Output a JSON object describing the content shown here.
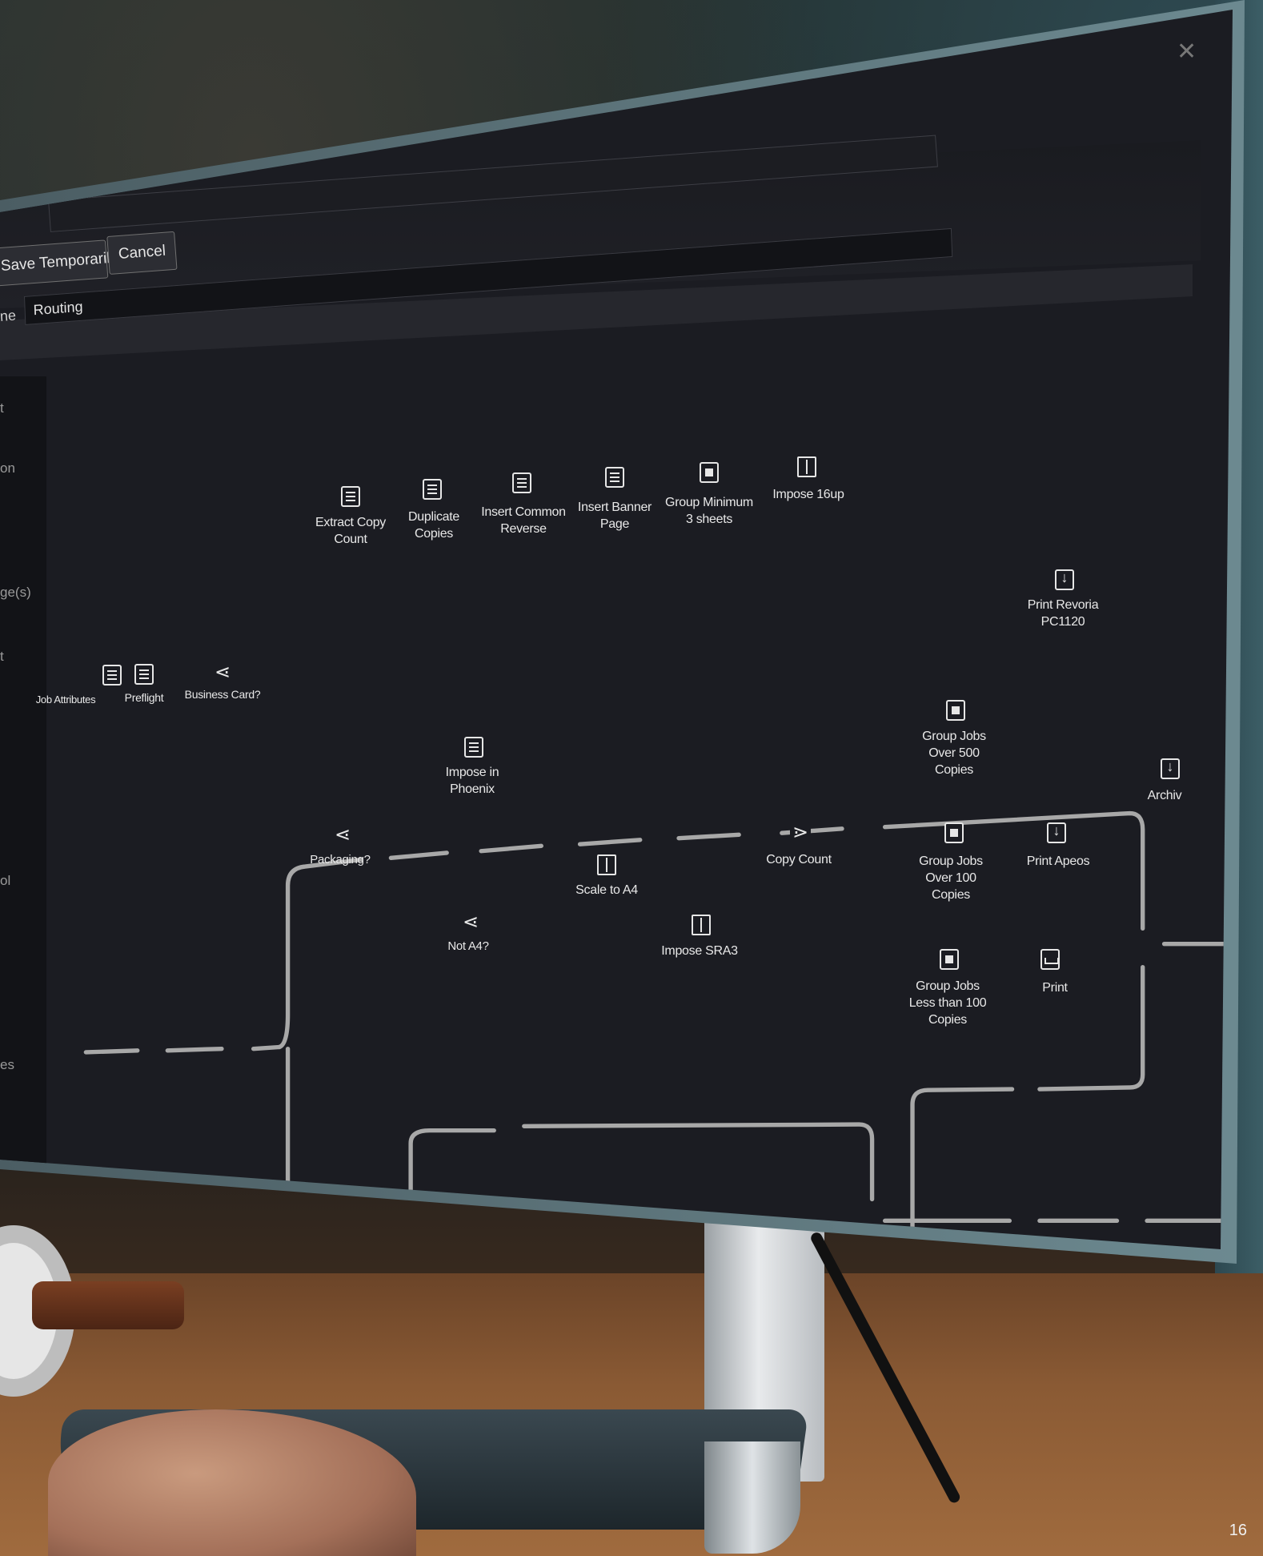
{
  "window": {
    "title": "ow",
    "close_icon": "close-icon",
    "buttons": {
      "save_temporarily": "Save Temporarily",
      "cancel": "Cancel"
    },
    "name_label": "ne",
    "name_value": "Routing"
  },
  "sidebar": {
    "items": [
      "t",
      "on",
      "ge(s)",
      "t",
      "ol",
      "es"
    ]
  },
  "workflow": {
    "nodes": {
      "job_attributes": "Job Attributes",
      "preflight": "Preflight",
      "business_card": "Business Card?",
      "extract_copy_count": "Extract Copy\nCount",
      "duplicate_copies": "Duplicate\nCopies",
      "insert_common_reverse": "Insert Common\nReverse",
      "insert_banner_page": "Insert Banner\nPage",
      "group_minimum": "Group Minimum\n3 sheets",
      "impose_16up": "Impose 16up",
      "print_revoria": "Print Revoria\nPC1120",
      "packaging": "Packaging?",
      "impose_phoenix": "Impose in\nPhoenix",
      "not_a4": "Not A4?",
      "scale_a4": "Scale to A4",
      "impose_sra3": "Impose SRA3",
      "copy_count": "Copy Count",
      "group_over_500": "Group Jobs\nOver 500\nCopies",
      "group_over_100": "Group Jobs\nOver 100\nCopies",
      "group_less_100": "Group Jobs\nLess than 100\nCopies",
      "print_apeos": "Print Apeos",
      "print": "Print",
      "archive": "Archiv"
    }
  },
  "page_number": "16"
}
